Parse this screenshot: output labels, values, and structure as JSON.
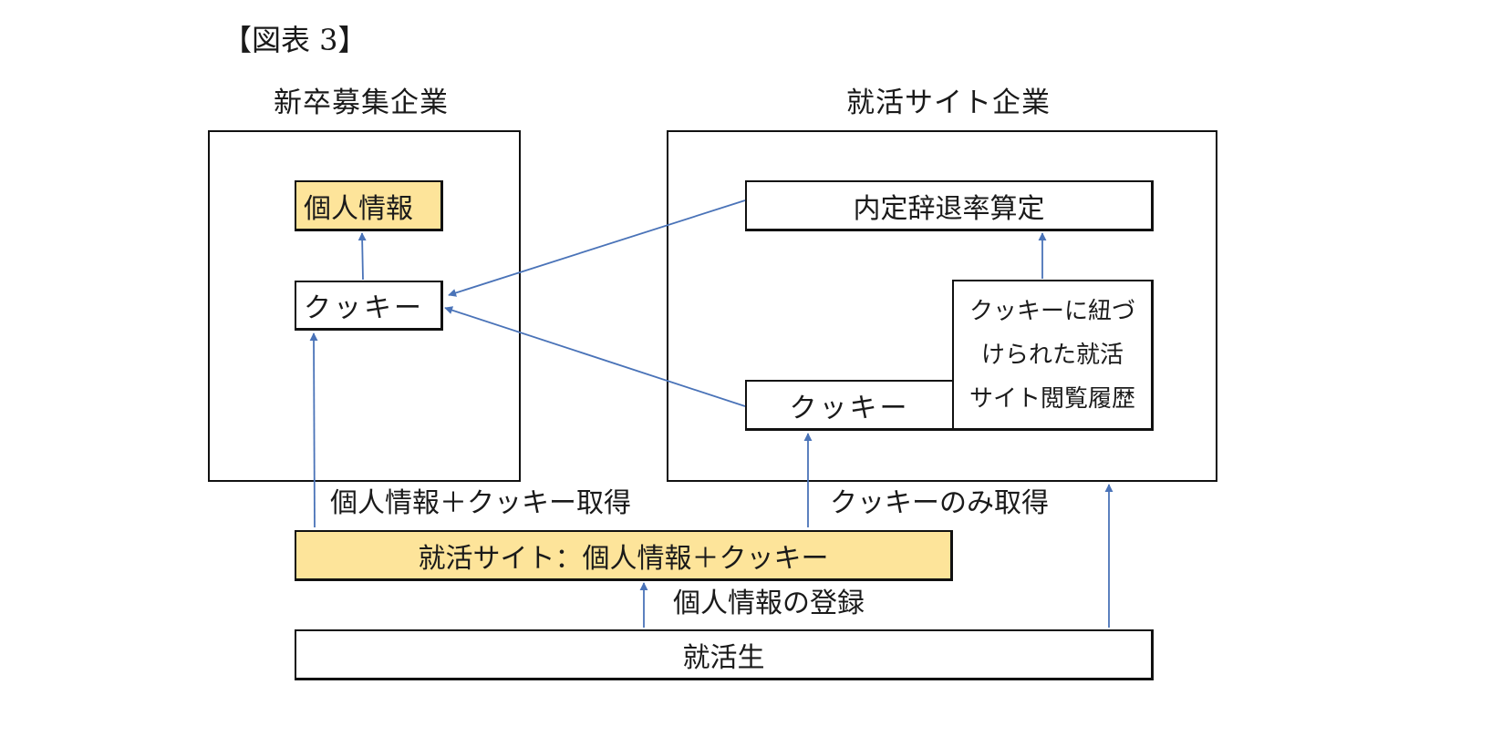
{
  "figure_label": "【図表 3】",
  "left_org": {
    "heading": "新卒募集企業",
    "box_personal": "個人情報",
    "box_cookie": "クッキー"
  },
  "right_org": {
    "heading": "就活サイト企業",
    "box_rate": "内定辞退率算定",
    "box_cookie": "クッキー",
    "box_history": [
      "クッキーに紐づ",
      "けられた就活",
      "サイト閲覧履歴"
    ]
  },
  "labels": {
    "personal_plus_cookie": "個人情報＋クッキー取得",
    "cookie_only": "クッキーのみ取得",
    "register_personal": "個人情報の登録"
  },
  "site_box": "就活サイト：個人情報＋クッキー",
  "student_box": "就活生",
  "colors": {
    "highlight": "#fde49a",
    "arrow": "#4a73b8",
    "border": "#111111"
  }
}
